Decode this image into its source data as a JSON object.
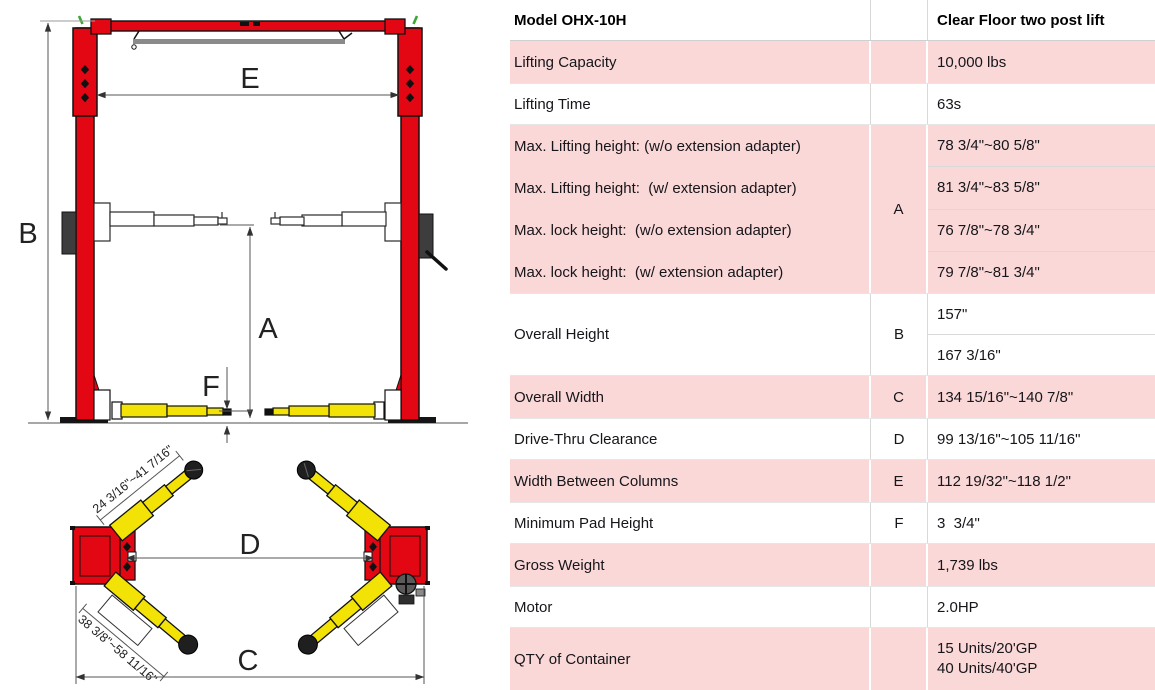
{
  "diagram": {
    "front_view": {
      "dim_b": "B",
      "dim_e": "E",
      "dim_a": "A",
      "dim_f": "F"
    },
    "top_view": {
      "dim_d": "D",
      "dim_c": "C",
      "front_arm_range": "24 3/16\"~41 7/16\"",
      "rear_arm_range": "38 3/8\"~58 11/16\""
    },
    "colors": {
      "post_red": "#e30613",
      "arm_yellow": "#f2e206",
      "hook_green": "#3fa535",
      "row_pink": "#fbd8d8"
    }
  },
  "spec_table": {
    "header": {
      "model": "Model OHX-10H",
      "type": "Clear Floor two post lift"
    },
    "rows": [
      {
        "label": "Lifting Capacity",
        "letter": "",
        "value": "10,000 lbs"
      },
      {
        "label": "Lifting Time",
        "letter": "",
        "value": "63s"
      },
      {
        "letter": "A",
        "items": [
          {
            "label": "Max. Lifting height: (w/o extension adapter)",
            "value": "78 3/4\"~80 5/8\""
          },
          {
            "label": "Max. Lifting height:  (w/ extension adapter)",
            "value": "81 3/4\"~83 5/8\""
          },
          {
            "label": "Max. lock height:  (w/o extension adapter)",
            "value": "76 7/8\"~78 3/4\""
          },
          {
            "label": "Max. lock height:  (w/ extension adapter)",
            "value": "79 7/8\"~81 3/4\""
          }
        ]
      },
      {
        "label": "Overall Height",
        "letter": "B",
        "values": [
          "157\"",
          "167 3/16\""
        ]
      },
      {
        "label": "Overall Width",
        "letter": "C",
        "value": "134 15/16\"~140 7/8\""
      },
      {
        "label": "Drive-Thru Clearance",
        "letter": "D",
        "value": "99 13/16\"~105 11/16\""
      },
      {
        "label": "Width Between Columns",
        "letter": "E",
        "value": "112 19/32\"~118 1/2\""
      },
      {
        "label": "Minimum Pad Height",
        "letter": "F",
        "value": "3  3/4\""
      },
      {
        "label": "Gross Weight",
        "letter": "",
        "value": "1,739 lbs"
      },
      {
        "label": "Motor",
        "letter": "",
        "value": "2.0HP"
      },
      {
        "label": "QTY of Container",
        "letter": "",
        "values": [
          "15 Units/20'GP",
          "40 Units/40'GP"
        ]
      }
    ]
  }
}
